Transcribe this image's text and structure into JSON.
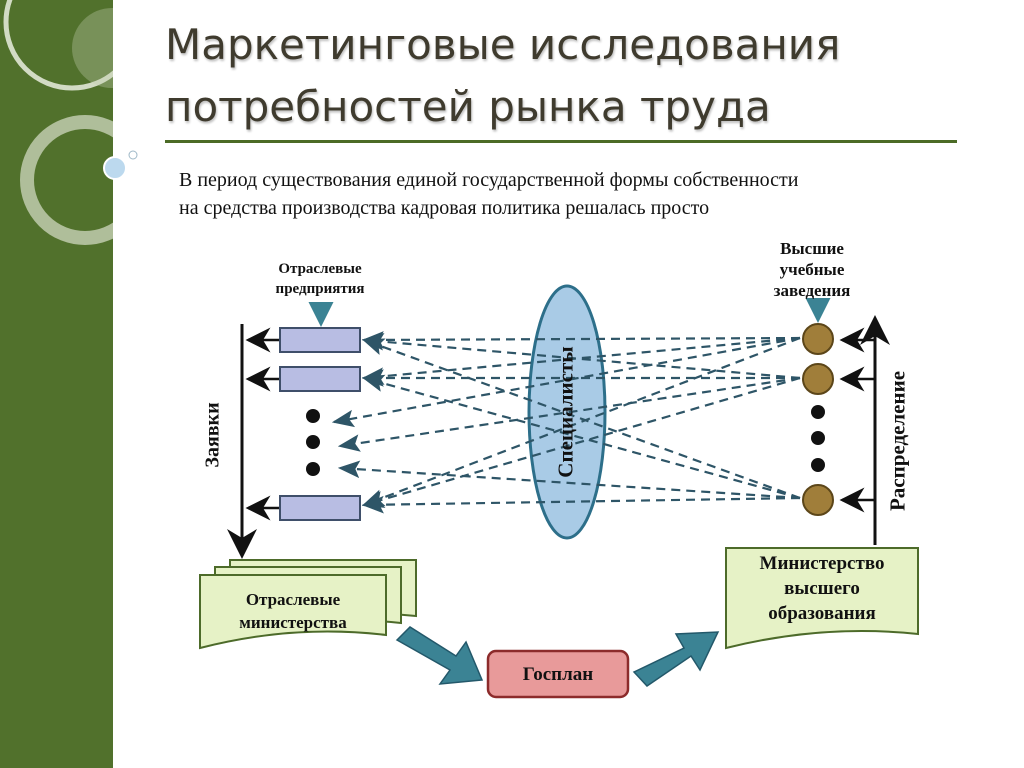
{
  "slide": {
    "title_line1": "Маркетинговые исследования",
    "title_line2": "потребностей рынка труда",
    "intro_line1": "В период существования единой государственной формы собственности",
    "intro_line2": "на средства производства кадровая политика решалась просто"
  },
  "diagram": {
    "enterprises_label_line1": "Отраслевые",
    "enterprises_label_line2": "предприятия",
    "universities_label_line1": "Высшие",
    "universities_label_line2": "учебные",
    "universities_label_line3": "заведения",
    "requests_label": "Заявки",
    "distribution_label": "Распределение",
    "specialists_label": "Специалисты",
    "ministries_label_line1": "Отраслевые",
    "ministries_label_line2": "министерства",
    "higher_ed_ministry_line1": "Министерство",
    "higher_ed_ministry_line2": "высшего",
    "higher_ed_ministry_line3": "образования",
    "gosplan_label": "Госплан"
  },
  "colors": {
    "sidebar_green": "#51712c",
    "enterprise_box": "#b8bde3",
    "university_circle": "#a07e3a",
    "specialists_ellipse": "#a9cbe6",
    "ministry_doc": "#e6f2c6",
    "gosplan_box": "#e89a9a",
    "flow_arrow": "#3b8394",
    "dashed_arrows": "#2e5567"
  }
}
